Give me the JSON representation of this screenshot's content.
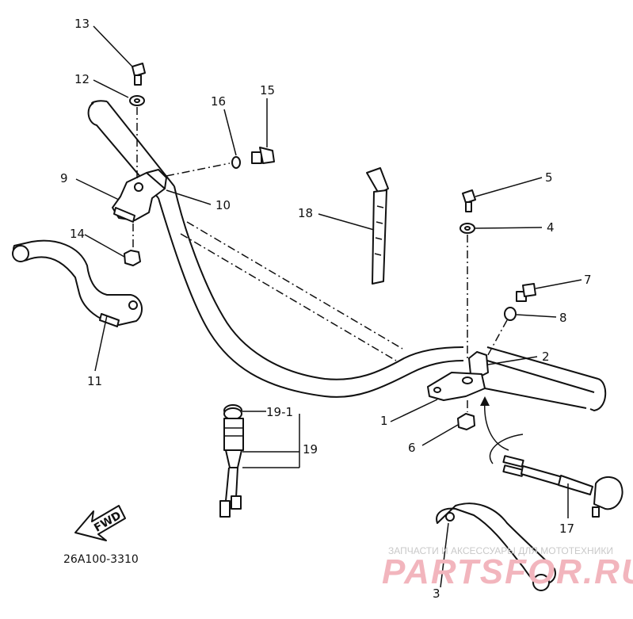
{
  "diagram_code": "26A100-3310",
  "fwd_label": "FWD",
  "callouts": {
    "c1": "1",
    "c2": "2",
    "c3": "3",
    "c4": "4",
    "c5": "5",
    "c6": "6",
    "c7": "7",
    "c8": "8",
    "c9": "9",
    "c10": "10",
    "c11": "11",
    "c12": "12",
    "c13": "13",
    "c14": "14",
    "c15": "15",
    "c16": "16",
    "c17": "17",
    "c18": "18",
    "c19": "19",
    "c19_1": "19-1"
  },
  "watermark": {
    "top_text": "ЗАПЧАСТИ И АКСЕССУАРЫ ДЛЯ МОТОТЕХНИКИ",
    "brand_text": "PARTSFOR.RU"
  }
}
